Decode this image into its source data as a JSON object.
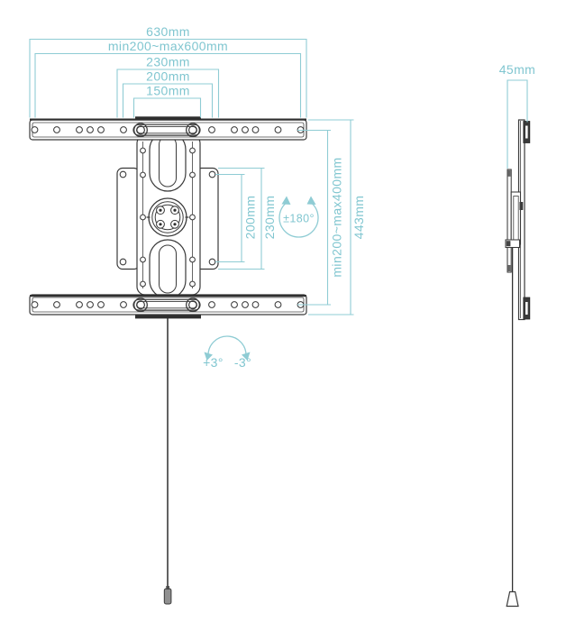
{
  "diagram": {
    "front": {
      "width_total": "630mm",
      "width_vesa_range": "min200~max600mm",
      "width_plate": "230mm",
      "width_vesa": "200mm",
      "width_slot": "150mm",
      "height_vesa": "200mm",
      "height_plate": "230mm",
      "height_vesa_range": "min200~max400mm",
      "height_total": "443mm",
      "swivel_range": "±180°",
      "tilt_up": "+3°",
      "tilt_down": "-3°"
    },
    "side": {
      "depth": "45mm"
    },
    "colors": {
      "dimension_line": "#8fccd4",
      "dimension_text": "#80c6d0",
      "drawing_line": "#3a3a3a"
    }
  }
}
